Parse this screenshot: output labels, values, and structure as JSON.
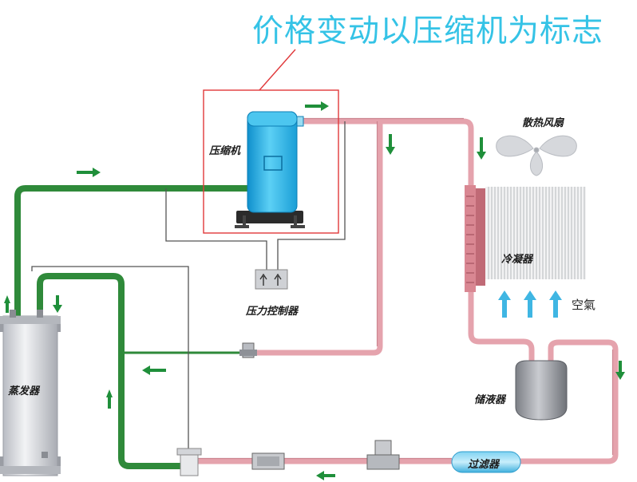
{
  "headline": "价格变动以压缩机为标志",
  "components": {
    "compressor": "压缩机",
    "fan": "散热风扇",
    "pressure_controller": "压力控制器",
    "condenser": "冷凝器",
    "air": "空氣",
    "receiver": "储液器",
    "evaporator": "蒸发器",
    "filter": "过滤器"
  },
  "colors": {
    "headline": "#35c3e6",
    "callout": "#e0383a",
    "low_pressure_line": "#2f8a3a",
    "high_pressure_line": "#e5a3ad",
    "flow_arrow": "#1f8f3a",
    "air_arrow": "#3fb6e3",
    "compressor_body": "#2fb1e3"
  }
}
